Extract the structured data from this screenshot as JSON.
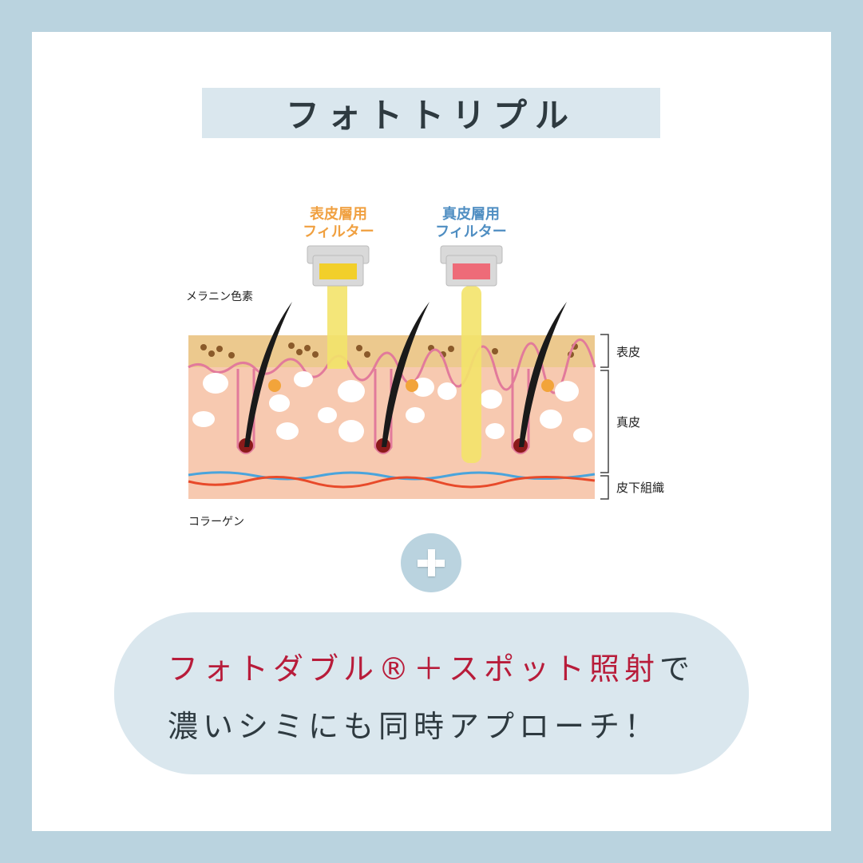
{
  "title": "フォトトリプル",
  "diagram": {
    "filter_epidermis": {
      "line1": "表皮層用",
      "line2": "フィルター",
      "color": "#f0a040",
      "filter_color": "#f2cf2a"
    },
    "filter_dermis": {
      "line1": "真皮層用",
      "line2": "フィルター",
      "color": "#4f8ec2",
      "filter_color": "#ee6b78"
    },
    "label_melanin": "メラニン色素",
    "label_collagen": "コラーゲン",
    "layers": [
      "表皮",
      "真皮",
      "皮下組織"
    ]
  },
  "plus_icon": "plus-icon",
  "message": {
    "line1_highlight": "フォトダブル®＋スポット照射",
    "line1_rest": "で",
    "line2": "濃いシミにも同時アプローチ！",
    "highlight_color": "#b81c3a"
  }
}
